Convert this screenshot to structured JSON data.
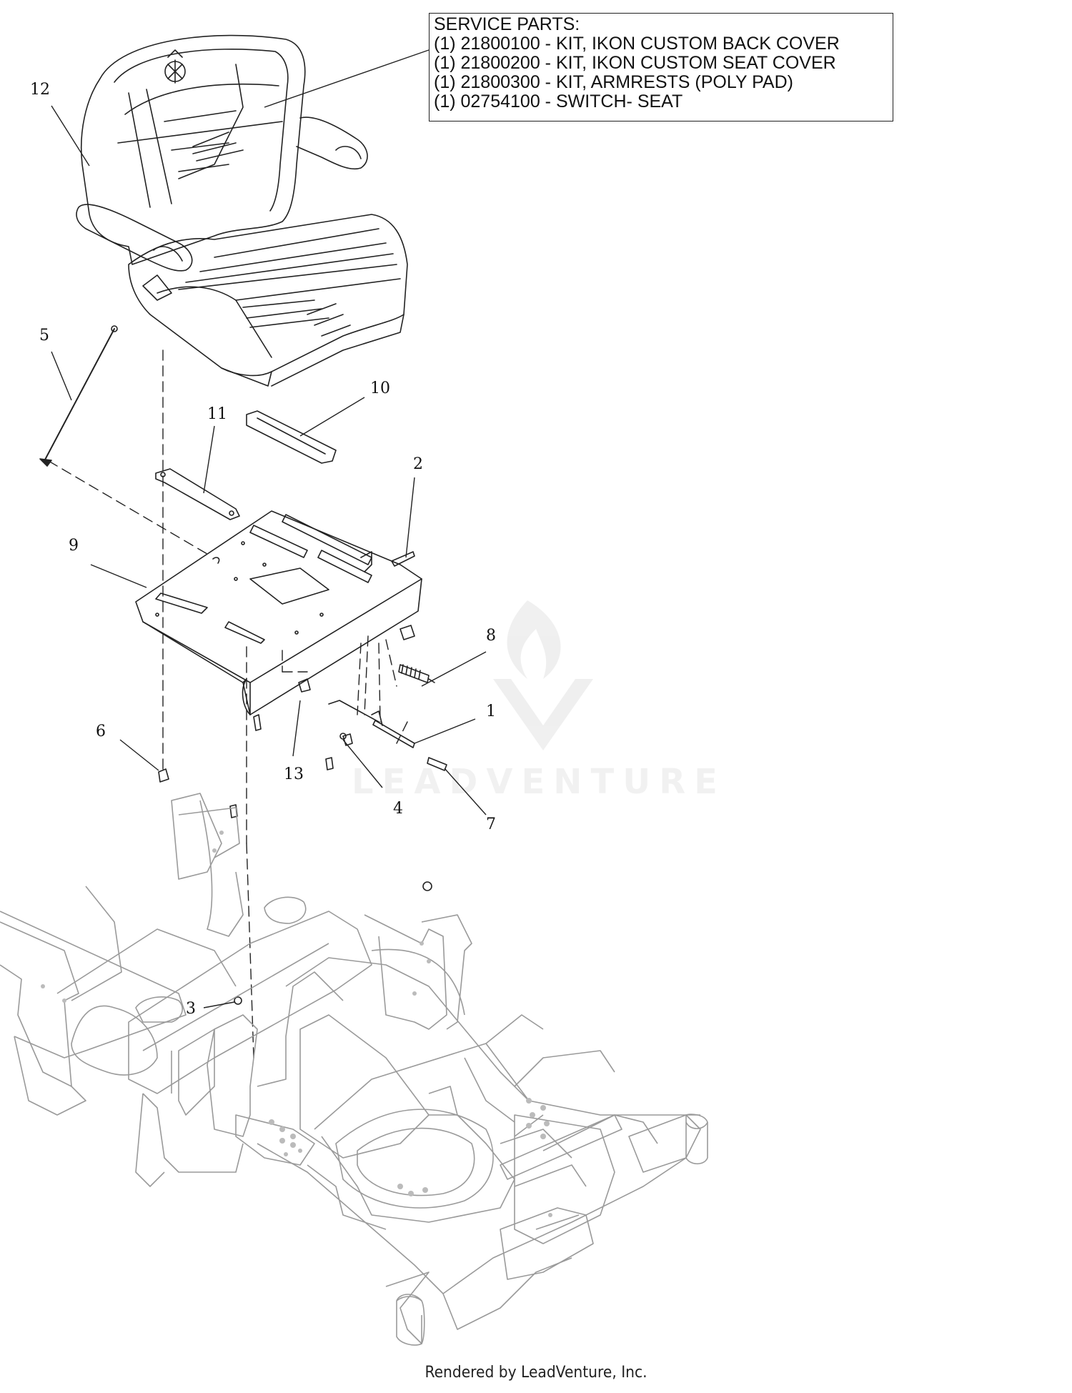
{
  "service_parts": {
    "heading": "SERVICE PARTS:",
    "lines": [
      "(1) 21800100 - KIT, IKON CUSTOM BACK COVER",
      "(1) 21800200 - KIT, IKON CUSTOM SEAT COVER",
      "(1) 21800300 - KIT, ARMRESTS (POLY PAD)",
      "(1) 02754100 - SWITCH- SEAT"
    ]
  },
  "callouts": {
    "c1": "1",
    "c2": "2",
    "c3": "3",
    "c4": "4",
    "c5": "5",
    "c6": "6",
    "c7": "7",
    "c8": "8",
    "c9": "9",
    "c10": "10",
    "c11": "11",
    "c12": "12",
    "c13": "13"
  },
  "watermark": "LEADVENTURE",
  "footer": "Rendered by LeadVenture, Inc."
}
